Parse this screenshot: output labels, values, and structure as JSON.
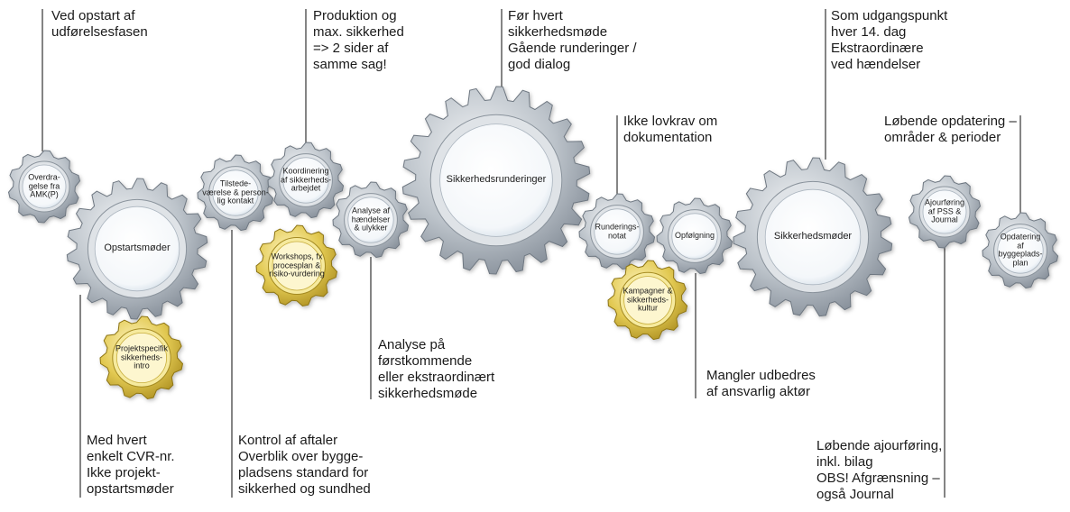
{
  "colors": {
    "gear_grey": "#8f98a2",
    "gear_grey_light": "#d4d9de",
    "gear_gold": "#c9aa2c",
    "gear_gold_light": "#efe08a",
    "gear_center": "#ffffff",
    "line": "#333333",
    "text": "#1a1a1a"
  },
  "gears": {
    "overdragelse": {
      "label": "Overdra-\ngelse fra\nAMK(P)",
      "color": "grey"
    },
    "opstartsmoder": {
      "label": "Opstartsmøder",
      "color": "grey"
    },
    "projektspecifik": {
      "label": "Projektspecifik\nsikkerheds-\nintro",
      "color": "gold"
    },
    "tilstedevaerelse": {
      "label": "Tilstede-\nværelse & person-\nlig kontakt",
      "color": "grey"
    },
    "workshops": {
      "label": "Workshops, fx\nprocesplan &\nrisiko-vurdering",
      "color": "gold"
    },
    "koordinering": {
      "label": "Koordinering\naf sikkerheds-\narbejdet",
      "color": "grey"
    },
    "analyse": {
      "label": "Analyse af\nhændelser\n& ulykker",
      "color": "grey"
    },
    "sikkerhedsrunderinger": {
      "label": "Sikkerhedsrunderinger",
      "color": "grey"
    },
    "runderingsnotat": {
      "label": "Runderings-\nnotat",
      "color": "grey"
    },
    "kampagner": {
      "label": "Kampagner &\nsikkerheds-\nkultur",
      "color": "gold"
    },
    "opfolgning": {
      "label": "Opfølgning",
      "color": "grey"
    },
    "sikkerhedsmoder": {
      "label": "Sikkerhedsmøder",
      "color": "grey"
    },
    "ajourforing": {
      "label": "Ajourføring\naf PSS &\nJournal",
      "color": "grey"
    },
    "opdatering": {
      "label": "Opdatering\naf byggeplads-\nplan",
      "color": "grey"
    }
  },
  "notes": {
    "ved_opstart": "Ved opstart af\nudførelsesfasen",
    "produktion": "Produktion og\nmax. sikkerhed\n=> 2 sider af\nsamme sag!",
    "for_hvert": "Før hvert\nsikkerhedsmøde\nGående runderinger /\ngod dialog",
    "som_udgangspunkt": "Som udgangspunkt\nhver 14. dag\nEkstraordinære\nved hændelser",
    "ikke_lovkrav": "Ikke lovkrav om\ndokumentation",
    "lobende_opdatering": "Løbende opdatering –\nområder & perioder",
    "analyse_pa": "Analyse på\nførstkommende\neller ekstraordinært\nsikkerhedsmøde",
    "mangler": "Mangler udbedres\naf ansvarlig aktør",
    "med_hvert": "Med hvert\nenkelt CVR-nr.\nIkke projekt-\nopstartsmøder",
    "kontrol": "Kontrol af aftaler\nOverblik over bygge-\npladsens standard for\nsikkerhed og sundhed",
    "lobende_ajourforing": "Løbende ajourføring,\ninkl. bilag\nOBS! Afgrænsning –\nogså Journal"
  }
}
